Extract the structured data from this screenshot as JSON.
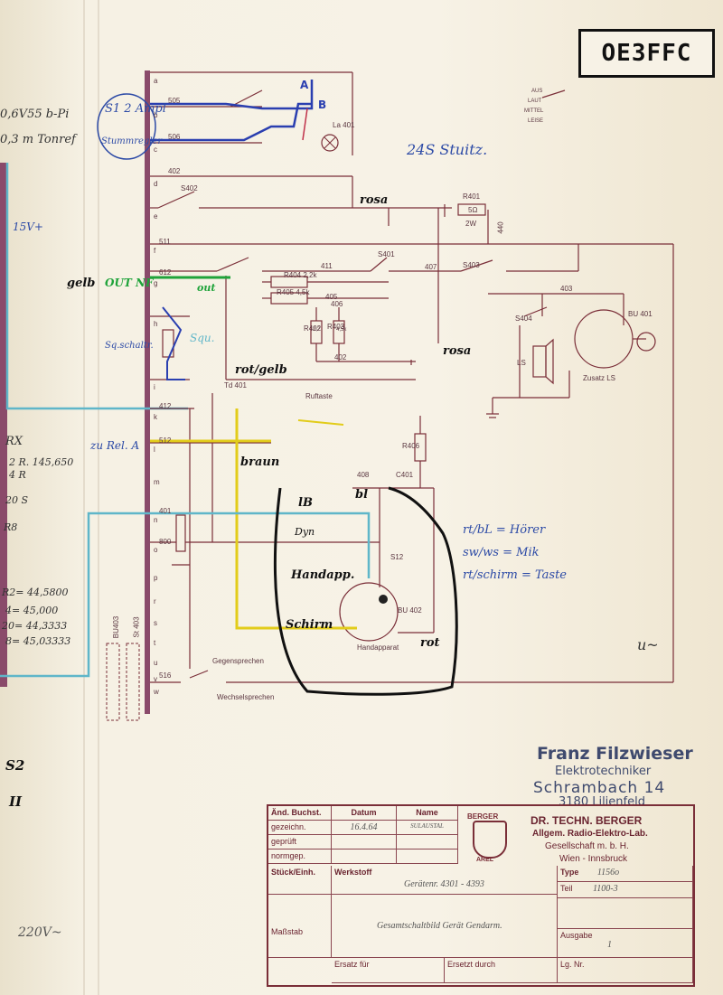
{
  "callsign_stamp": "OE3FFC",
  "owner_address": {
    "name": "Franz Filzwieser",
    "profession": "Elektrotechniker",
    "street": "Schrambach 14",
    "city": "3180 Lilienfeld"
  },
  "company": {
    "logo_top": "BERGER",
    "logo_bottom": "AREL",
    "line1": "DR. TECHN. BERGER",
    "line2": "Allgem. Radio-Elektro-Lab.",
    "line3": "Gesellschaft m. b. H.",
    "line4": "Wien - Innsbruck"
  },
  "title_block": {
    "row_headers": [
      "Änd. Buchst.",
      "gezeichn.",
      "geprüft",
      "normgep."
    ],
    "col_datum": "Datum",
    "col_name": "Name",
    "drawn_date": "16.4.64",
    "drawn_name": "SULAUSTAL",
    "stueck_label": "Stück/Einh.",
    "werkstoff_label": "Werkstoff",
    "werkstoff_value": "Gerätenr. 4301 - 4393",
    "type_label": "Type",
    "type_value": "1156o",
    "teil_label": "Teil",
    "teil_value": "1100-3",
    "massstab_label": "Maßstab",
    "title_value": "Gesamtschaltbild Gerät Gendarm.",
    "ausgabe_label": "Ausgabe",
    "ausgabe_value": "1",
    "ersatz_fuer_label": "Ersatz für",
    "ersetzt_durch_label": "Ersetzt durch",
    "lg_nr_label": "Lg. Nr."
  },
  "handwritten": {
    "s1_box": "S1 2 Ampl",
    "stummregler": "Stummregler",
    "tx_note": "24S Stuitz.",
    "left_top1": "0,6V55 b-Pi",
    "left_top2": "0,3 m Tonref",
    "v15": "15V+",
    "gelb": "gelb",
    "out_nf": "OUT NF",
    "out2": "out",
    "sqschalter": "Sq.schaltr.",
    "squ": "Squ.",
    "rot_gelb": "rot/gelb",
    "rosa1": "rosa",
    "rosa2": "rosa",
    "braun": "braun",
    "zu_rel": "zu Rel. A",
    "rx": "RX",
    "rx_l1": "2 R. 145,650",
    "rx_l2": "4 R",
    "rx_20s": "20 S",
    "rx_r8": "R8",
    "freq1": "R2= 44,5800",
    "freq2": "4= 45,000",
    "freq3": "20= 44,3333",
    "freq4": "8= 45,03333",
    "s2": "S2",
    "roman2": "II",
    "volt220": "220V~",
    "lb": "lB",
    "bl": "bl",
    "dyn": "Dyn",
    "handapp": "Handapp.",
    "schirm": "Schirm",
    "rot": "rot",
    "legend1": "rt/bL = Hörer",
    "legend2": "sw/ws = Mik",
    "legend3": "rt/schirm = Taste",
    "squiggle_right": "u~"
  },
  "labels": {
    "a": "A",
    "b": "B",
    "la401": "La 401",
    "r401": "R401",
    "r401_val": "5Ω",
    "r401_w": "2W",
    "v440": "440",
    "bu401": "BU 401",
    "ls": "LS",
    "zusatz_ls": "Zusatz LS",
    "s404": "S404",
    "s402": "S402",
    "s401": "S401",
    "s403": "S403",
    "rufstaste": "Ruftaste",
    "td": "Td 401",
    "gegensprechen": "Gegensprechen",
    "wechselsprechen": "Wechselsprechen",
    "bu402": "BU 402",
    "handapparat": "Handapparat",
    "sw_legend": [
      "AUS",
      "LAUT",
      "MITTEL",
      "LEISE"
    ],
    "bu403": "BU403",
    "st403": "St 403",
    "pin_labels": [
      "a",
      "b",
      "c",
      "d",
      "e",
      "f",
      "g",
      "h",
      "i",
      "k",
      "l",
      "m",
      "n",
      "o",
      "p",
      "r",
      "s",
      "t",
      "u",
      "v",
      "w"
    ],
    "wire_nums": [
      "505",
      "506",
      "402",
      "411",
      "405",
      "406",
      "407",
      "403",
      "402",
      "408",
      "412",
      "401",
      "800",
      "516",
      "511",
      "512",
      "612"
    ],
    "res1": "R404 2,2k",
    "res2": "R405 4,5k",
    "res3": "R402",
    "res4": "R403",
    "res_val3": "2,2",
    "res_val4": "4,5k",
    "res5": "R406",
    "cap": "C401",
    "s12": "S12"
  },
  "colors": {
    "ink_brown": "#7a2e38",
    "wire_blue": "#2a3fb0",
    "wire_green": "#1fa33a",
    "wire_yellow": "#e2cc1a",
    "wire_cyan": "#5fb6c9",
    "marker_black": "#111111",
    "purple_bar": "#8a4a6a",
    "pen_blue": "#2c4aa6"
  }
}
